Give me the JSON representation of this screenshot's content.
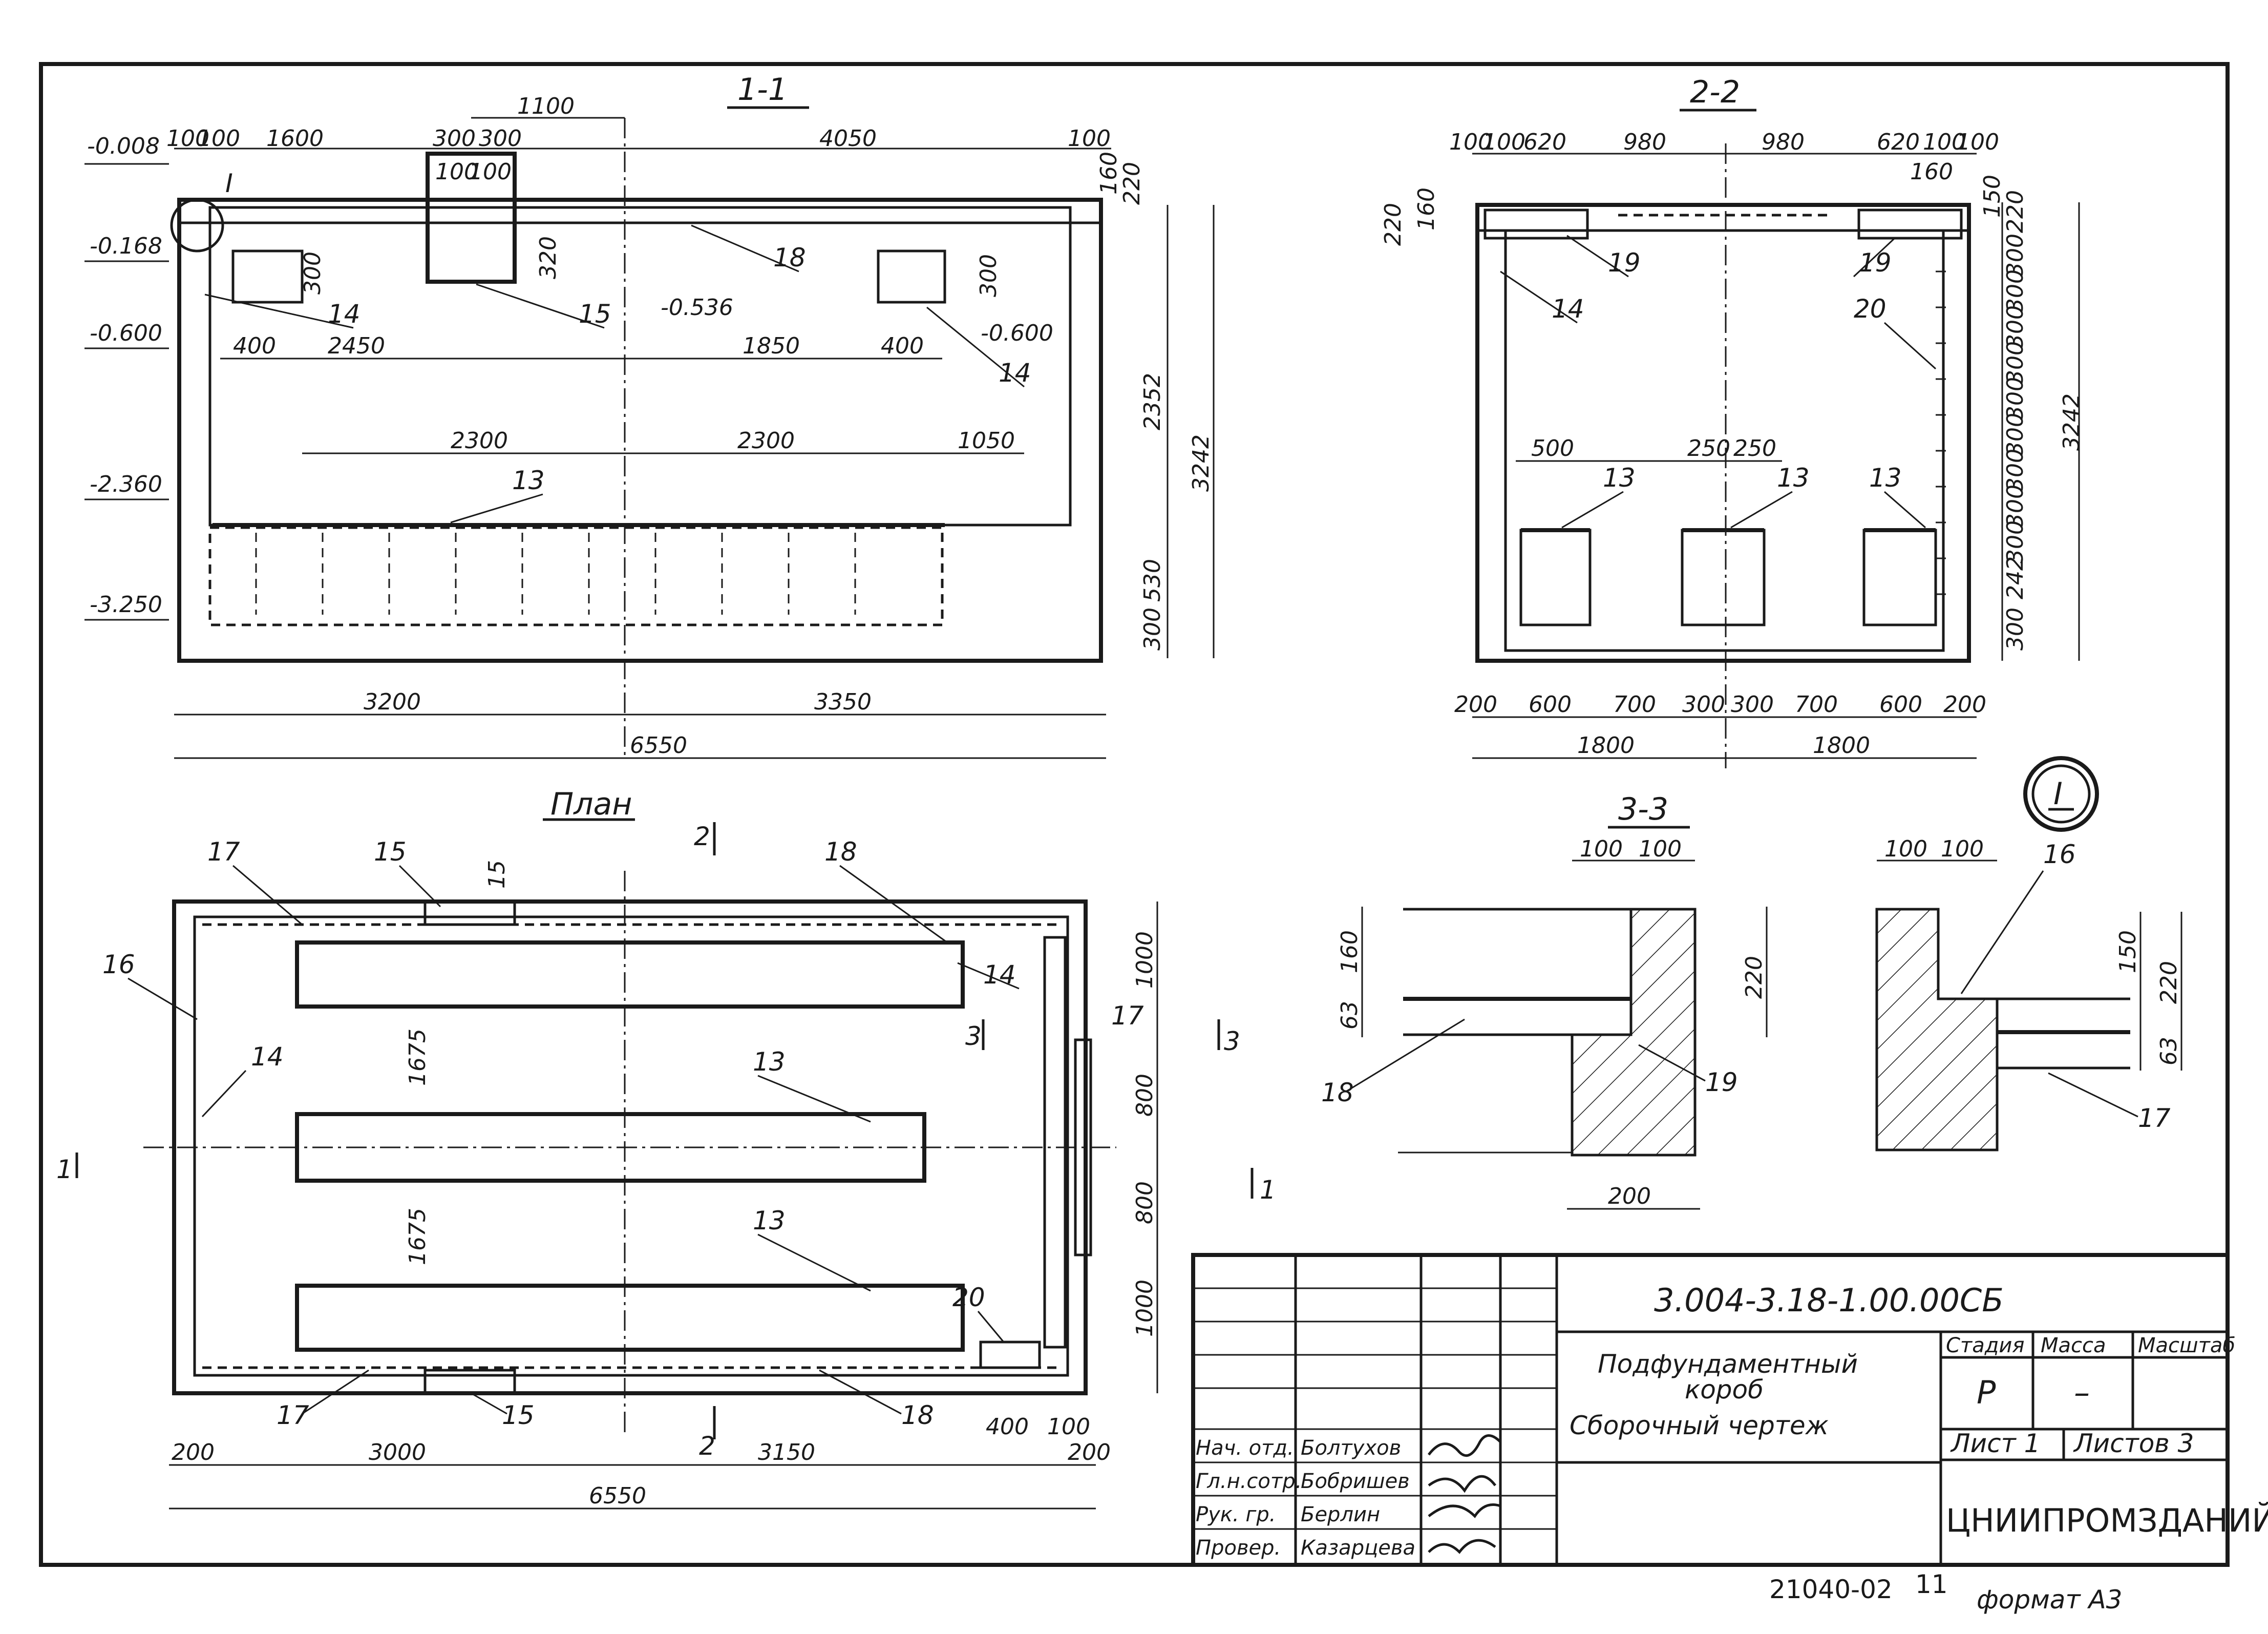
{
  "drawing": {
    "section_1": "1-1",
    "section_2": "2-2",
    "section_3": "3-3",
    "plan": "План",
    "node": "I"
  },
  "section_1_1": {
    "top_dims": [
      "100",
      "100",
      "1600",
      "300",
      "300",
      "1100",
      "4050",
      "100",
      "160",
      "220"
    ],
    "small_dims": [
      "100",
      "100",
      "320",
      "300",
      "300"
    ],
    "mid_dims": [
      "400",
      "2450",
      "1850",
      "400"
    ],
    "lower_dims": [
      "2300",
      "2300",
      "1050"
    ],
    "right_dims": [
      "2352",
      "3242",
      "530",
      "300"
    ],
    "bottom_dims": [
      "3200",
      "3350",
      "6550"
    ],
    "levels": [
      "-0.008",
      "-0.168",
      "-0.600",
      "-0.536",
      "-0.600",
      "-2.360",
      "-3.250"
    ],
    "leaders": [
      "I",
      "14",
      "15",
      "18",
      "14",
      "13"
    ]
  },
  "section_2_2": {
    "top_dims": [
      "100",
      "100",
      "620",
      "980",
      "980",
      "620",
      "100",
      "100",
      "160"
    ],
    "left_dims": [
      "220",
      "160"
    ],
    "right_dims": [
      "150",
      "220",
      "300",
      "300",
      "300",
      "300",
      "300",
      "300",
      "300",
      "300",
      "300",
      "242",
      "300",
      "3242"
    ],
    "mid_dims": [
      "500",
      "250",
      "250"
    ],
    "bottom_dims": [
      "200",
      "600",
      "700",
      "300",
      "300",
      "700",
      "600",
      "200",
      "1800",
      "1800"
    ],
    "leaders": [
      "19",
      "14",
      "19",
      "20",
      "13",
      "13",
      "13"
    ]
  },
  "plan_view": {
    "top_marks": [
      "2",
      "15",
      "15"
    ],
    "leaders": [
      "17",
      "16",
      "14",
      "18",
      "14",
      "13",
      "13",
      "20",
      "17",
      "15",
      "18"
    ],
    "left_dims": [
      "1675",
      "1675"
    ],
    "right_dims": [
      "1000",
      "800",
      "800",
      "1000"
    ],
    "cut_marks": [
      "1",
      "1",
      "3",
      "3",
      "17",
      "2"
    ],
    "bottom_dims": [
      "200",
      "3000",
      "3150",
      "400",
      "100",
      "200",
      "6550"
    ]
  },
  "section_3_3": {
    "dims": [
      "100",
      "100",
      "160",
      "63",
      "220",
      "200"
    ],
    "leaders": [
      "18",
      "19"
    ]
  },
  "node_I": {
    "dims": [
      "100",
      "100",
      "150",
      "220",
      "63"
    ],
    "leaders": [
      "16",
      "17"
    ]
  },
  "title_block": {
    "code": "3.004-3.18-1.00.00СБ",
    "name_line1": "Подфундаментный",
    "name_line2": "короб",
    "name_line3": "Сборочный чертеж",
    "stage_label": "Стадия",
    "mass_label": "Масса",
    "scale_label": "Масштаб",
    "stage_value": "Р",
    "mass_value": "–",
    "sheet_label": "Лист 1",
    "sheets_label": "Листов 3",
    "org": "ЦНИИПРОМЗДАНИЙ",
    "roles": [
      "Нач. отд.",
      "Гл.н.сотр.",
      "Рук. гр.",
      "Провер."
    ],
    "names": [
      "Болтухов",
      "Бобришев",
      "Берлин",
      "Казарцева"
    ],
    "signatures": [
      "signature",
      "signature",
      "signature",
      "signature"
    ]
  },
  "footer": {
    "archive": "21040-02",
    "page": "11",
    "format": "формат А3"
  }
}
